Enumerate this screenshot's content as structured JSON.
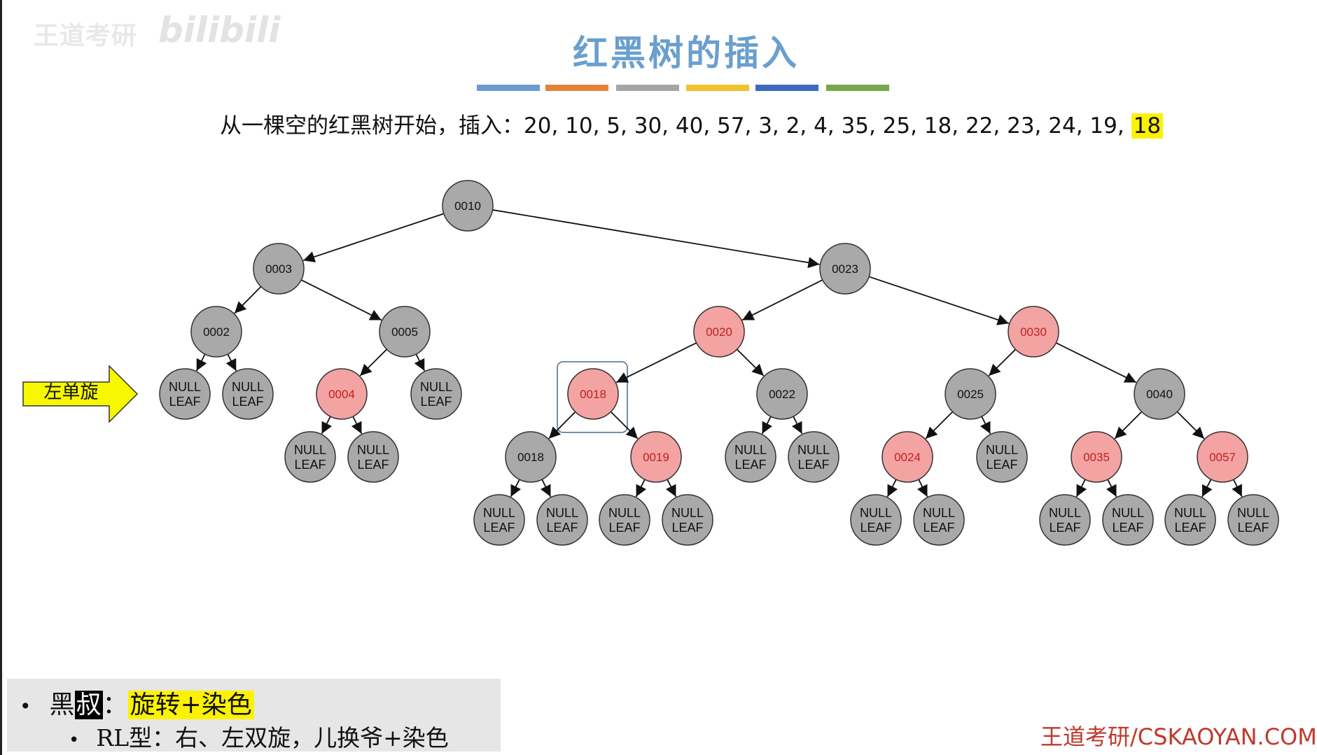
{
  "watermark": {
    "uploader": "王道考研",
    "site": "bilibili"
  },
  "title": "红黑树的插入",
  "color_bar": [
    "#6b9bd2",
    "#e5823a",
    "#a5a5a5",
    "#f2c12e",
    "#3e6bc2",
    "#74a84a"
  ],
  "sequence": {
    "prefix": "从一棵空的红黑树开始，插入：",
    "values": "20, 10, 5, 30, 40, 57, 3, 2, 4, 35, 25, 18, 22, 23, 24, 19,",
    "highlight": "18"
  },
  "colors": {
    "red_fill": "#f4a3a3",
    "red_text": "#c02020",
    "black_fill": "#a9a9a9",
    "black_text": "#111111",
    "edge": "#111111"
  },
  "tree": {
    "nodes": [
      {
        "id": "n10",
        "label": "0010",
        "color": "black"
      },
      {
        "id": "n3",
        "label": "0003",
        "color": "black",
        "parent": "n10"
      },
      {
        "id": "n23",
        "label": "0023",
        "color": "black",
        "parent": "n10"
      },
      {
        "id": "n2",
        "label": "0002",
        "color": "black",
        "parent": "n3"
      },
      {
        "id": "n5",
        "label": "0005",
        "color": "black",
        "parent": "n3"
      },
      {
        "id": "n20",
        "label": "0020",
        "color": "red",
        "parent": "n23"
      },
      {
        "id": "n30",
        "label": "0030",
        "color": "red",
        "parent": "n23"
      },
      {
        "id": "L1",
        "label": "NULL\nLEAF",
        "color": "black",
        "parent": "n2"
      },
      {
        "id": "L2",
        "label": "NULL\nLEAF",
        "color": "black",
        "parent": "n2"
      },
      {
        "id": "n4",
        "label": "0004",
        "color": "red",
        "parent": "n5"
      },
      {
        "id": "L3",
        "label": "NULL\nLEAF",
        "color": "black",
        "parent": "n5"
      },
      {
        "id": "n18r",
        "label": "0018",
        "color": "red",
        "parent": "n20",
        "boxed": true
      },
      {
        "id": "n22",
        "label": "0022",
        "color": "black",
        "parent": "n20"
      },
      {
        "id": "n25",
        "label": "0025",
        "color": "black",
        "parent": "n30"
      },
      {
        "id": "n40",
        "label": "0040",
        "color": "black",
        "parent": "n30"
      },
      {
        "id": "L4",
        "label": "NULL\nLEAF",
        "color": "black",
        "parent": "n4"
      },
      {
        "id": "L5",
        "label": "NULL\nLEAF",
        "color": "black",
        "parent": "n4"
      },
      {
        "id": "n18b",
        "label": "0018",
        "color": "black",
        "parent": "n18r"
      },
      {
        "id": "n19",
        "label": "0019",
        "color": "red",
        "parent": "n18r"
      },
      {
        "id": "L6",
        "label": "NULL\nLEAF",
        "color": "black",
        "parent": "n22"
      },
      {
        "id": "L7",
        "label": "NULL\nLEAF",
        "color": "black",
        "parent": "n22"
      },
      {
        "id": "n24",
        "label": "0024",
        "color": "red",
        "parent": "n25"
      },
      {
        "id": "L8",
        "label": "NULL\nLEAF",
        "color": "black",
        "parent": "n25"
      },
      {
        "id": "n35",
        "label": "0035",
        "color": "red",
        "parent": "n40"
      },
      {
        "id": "n57",
        "label": "0057",
        "color": "red",
        "parent": "n40"
      },
      {
        "id": "L9",
        "label": "NULL\nLEAF",
        "color": "black",
        "parent": "n18b"
      },
      {
        "id": "L10",
        "label": "NULL\nLEAF",
        "color": "black",
        "parent": "n18b"
      },
      {
        "id": "L11",
        "label": "NULL\nLEAF",
        "color": "black",
        "parent": "n19"
      },
      {
        "id": "L12",
        "label": "NULL\nLEAF",
        "color": "black",
        "parent": "n19"
      },
      {
        "id": "L13",
        "label": "NULL\nLEAF",
        "color": "black",
        "parent": "n24"
      },
      {
        "id": "L14",
        "label": "NULL\nLEAF",
        "color": "black",
        "parent": "n24"
      },
      {
        "id": "L15",
        "label": "NULL\nLEAF",
        "color": "black",
        "parent": "n35"
      },
      {
        "id": "L16",
        "label": "NULL\nLEAF",
        "color": "black",
        "parent": "n35"
      },
      {
        "id": "L17",
        "label": "NULL\nLEAF",
        "color": "black",
        "parent": "n57"
      },
      {
        "id": "L18",
        "label": "NULL\nLEAF",
        "color": "black",
        "parent": "n57"
      }
    ]
  },
  "arrow_label": "左单旋",
  "arrow_color": "#f7f700",
  "notes": {
    "line1_prefix": "黑",
    "line1_shu": "叔",
    "line1_colon": "：",
    "line1_action": "旋转+染色",
    "line2": "RL型：右、左双旋，儿换爷+染色"
  },
  "brand": "王道考研/CSKAOYAN.COM"
}
